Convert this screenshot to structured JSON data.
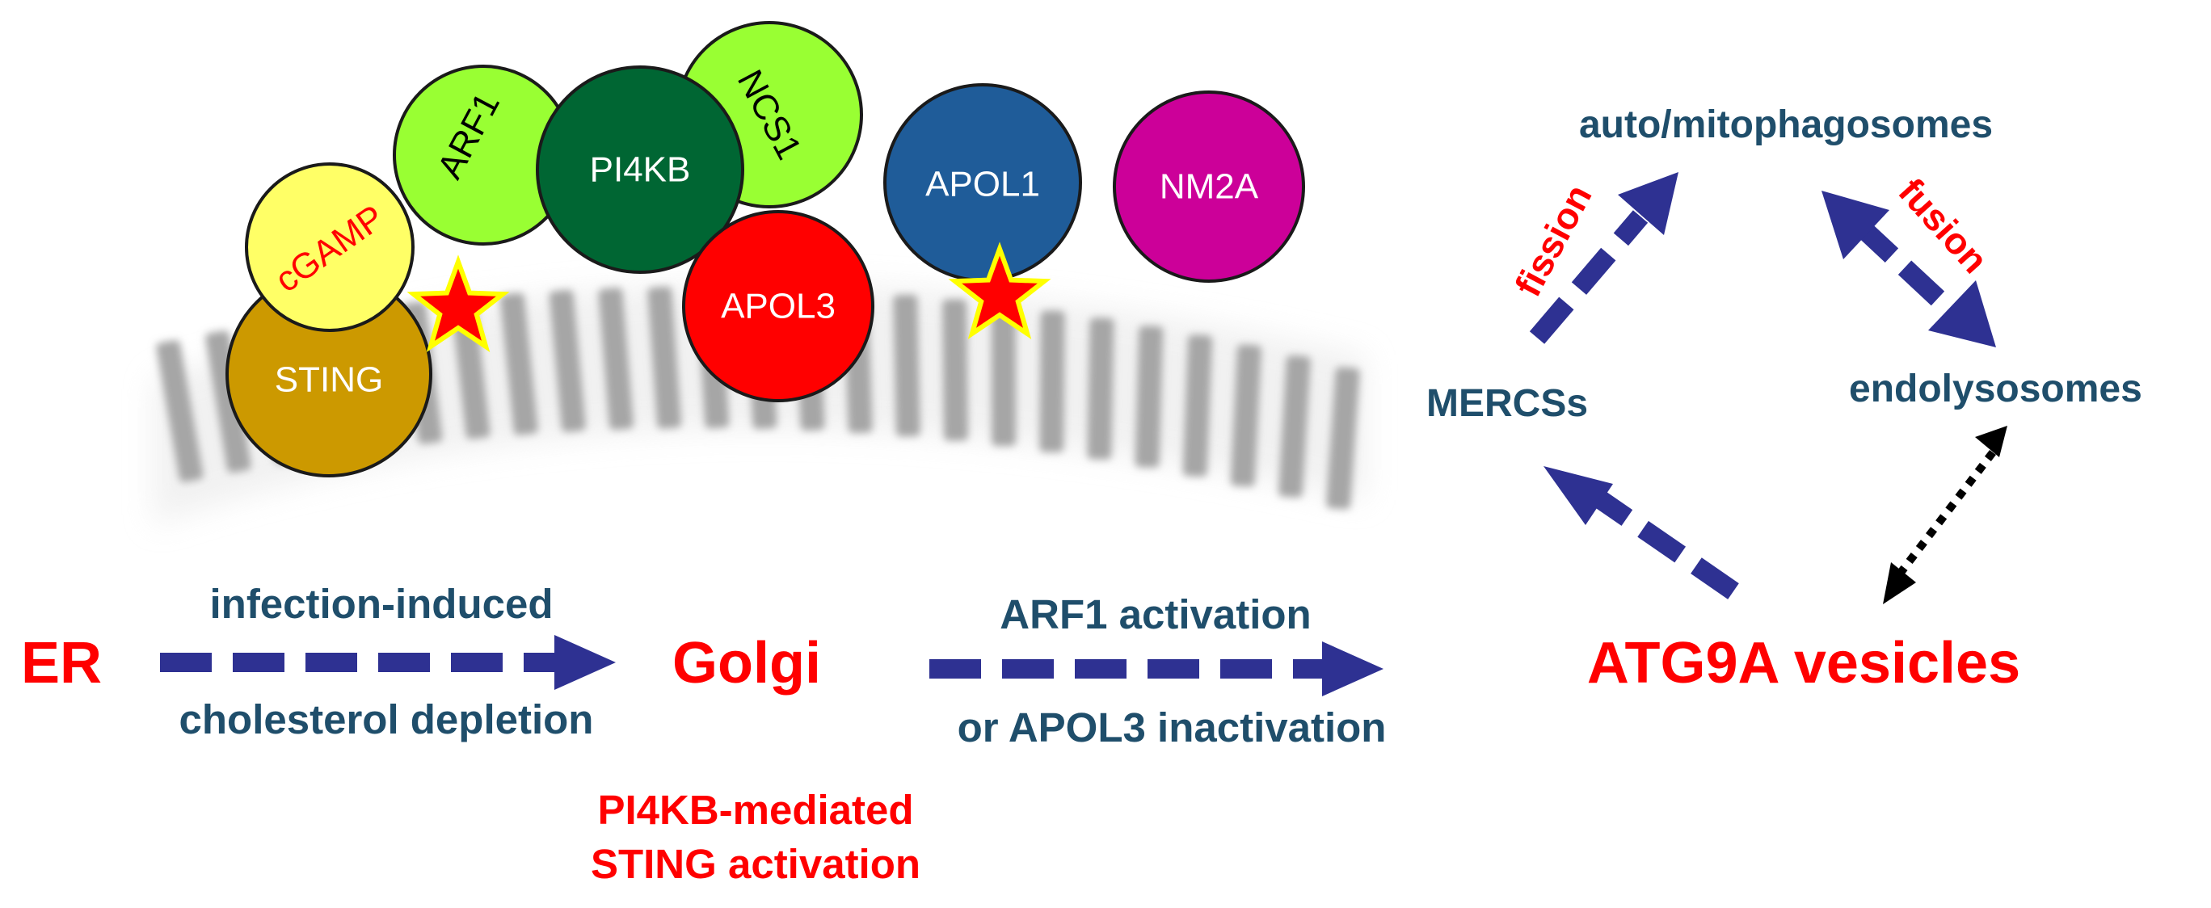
{
  "colors": {
    "arrow_blue": "#2e3192",
    "teal_text": "#1f4e6b",
    "red_text": "#ff0000",
    "membrane_gray": "#a6a6a6",
    "star_red": "#ff0000",
    "star_yellow": "#ffff00"
  },
  "proteins": {
    "cgamp": {
      "label": "cGAMP",
      "fill": "#ffff66",
      "text_color": "#ff0000"
    },
    "sting": {
      "label": "STING",
      "fill": "#cc9900",
      "text_color": "#ffffff"
    },
    "arf1": {
      "label": "ARF1",
      "fill": "#99ff33",
      "text_color": "#000000"
    },
    "pi4kb": {
      "label": "PI4KB",
      "fill": "#006633",
      "text_color": "#ffffff"
    },
    "ncs1": {
      "label": "NCS1",
      "fill": "#99ff33",
      "text_color": "#000000"
    },
    "apol3": {
      "label": "APOL3",
      "fill": "#ff0000",
      "text_color": "#ffffff"
    },
    "apol1": {
      "label": "APOL1",
      "fill": "#1f5c99",
      "text_color": "#ffffff"
    },
    "nm2a": {
      "label": "NM2A",
      "fill": "#cc0099",
      "text_color": "#ffffff"
    }
  },
  "flow": {
    "er": "ER",
    "golgi": "Golgi",
    "atg9a": "ATG9A vesicles",
    "step1_top": "infection-induced",
    "step1_bottom": "cholesterol depletion",
    "step2_top": "ARF1 activation",
    "step2_bottom": "or APOL3 inactivation",
    "sting_activation_line1": "PI4KB-mediated",
    "sting_activation_line2": "STING activation"
  },
  "cycle": {
    "autophagosomes": "auto/mitophagosomes",
    "mercs": "MERCSs",
    "endolysosomes": "endolysosomes",
    "fission": "fission",
    "fusion": "fusion"
  }
}
